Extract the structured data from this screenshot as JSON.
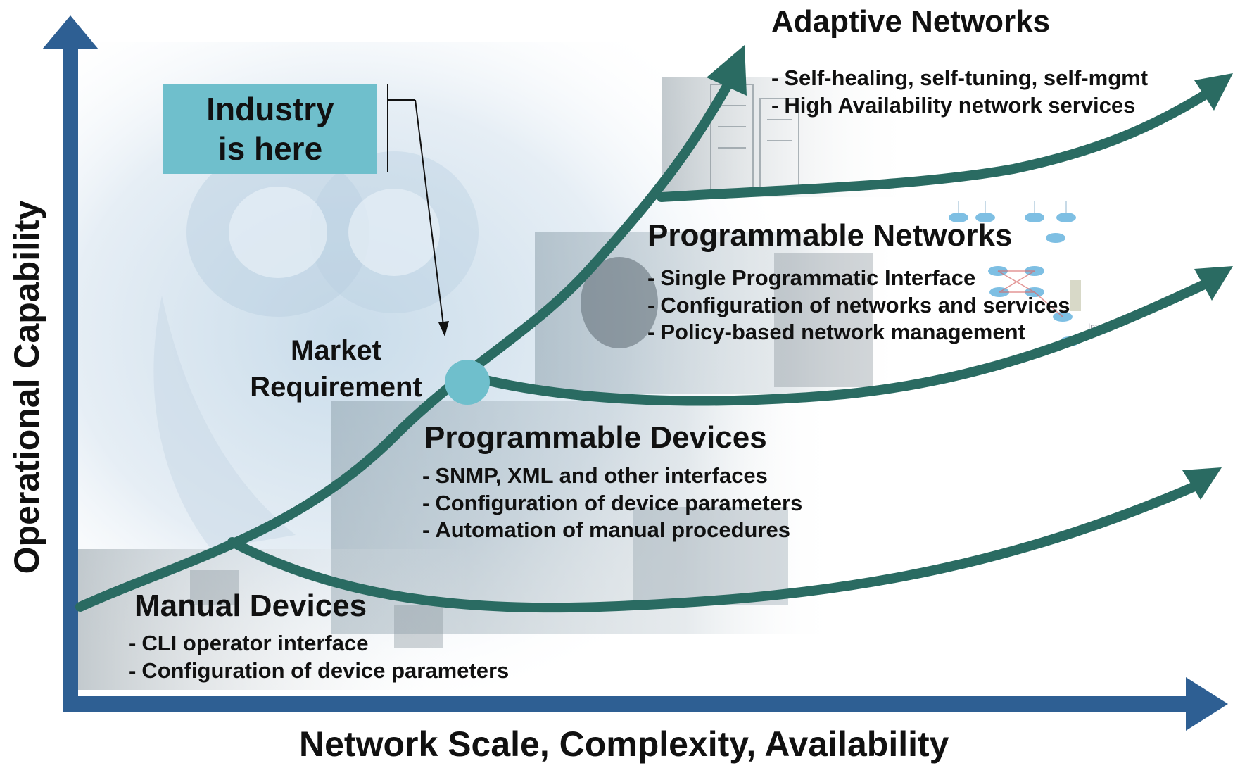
{
  "axes": {
    "y_label": "Operational Capability",
    "x_label": "Network Scale, Complexity, Availability"
  },
  "callout": {
    "line1": "Industry",
    "line2": "is here",
    "box_color": "#6fbfcc"
  },
  "market": {
    "line1": "Market",
    "line2": "Requirement",
    "dot_color": "#6fbfcc"
  },
  "stages": {
    "adaptive": {
      "title": "Adaptive Networks",
      "bullets": [
        "Self-healing, self-tuning, self-mgmt",
        "High Availability network services"
      ]
    },
    "prog_networks": {
      "title": "Programmable Networks",
      "bullets": [
        "Single Programmatic Interface",
        "Configuration of networks and services",
        "Policy-based network management"
      ]
    },
    "prog_devices": {
      "title": "Programmable Devices",
      "bullets": [
        "SNMP, XML and other interfaces",
        "Configuration of device parameters",
        "Automation of manual procedures"
      ]
    },
    "manual": {
      "title": "Manual Devices",
      "bullets": [
        "CLI operator interface",
        "Configuration of device parameters"
      ]
    }
  },
  "colors": {
    "axis": "#2e5f93",
    "curve": "#2a6b62",
    "background_tint": "#dfe9f1"
  },
  "background_small_text": "Internet"
}
